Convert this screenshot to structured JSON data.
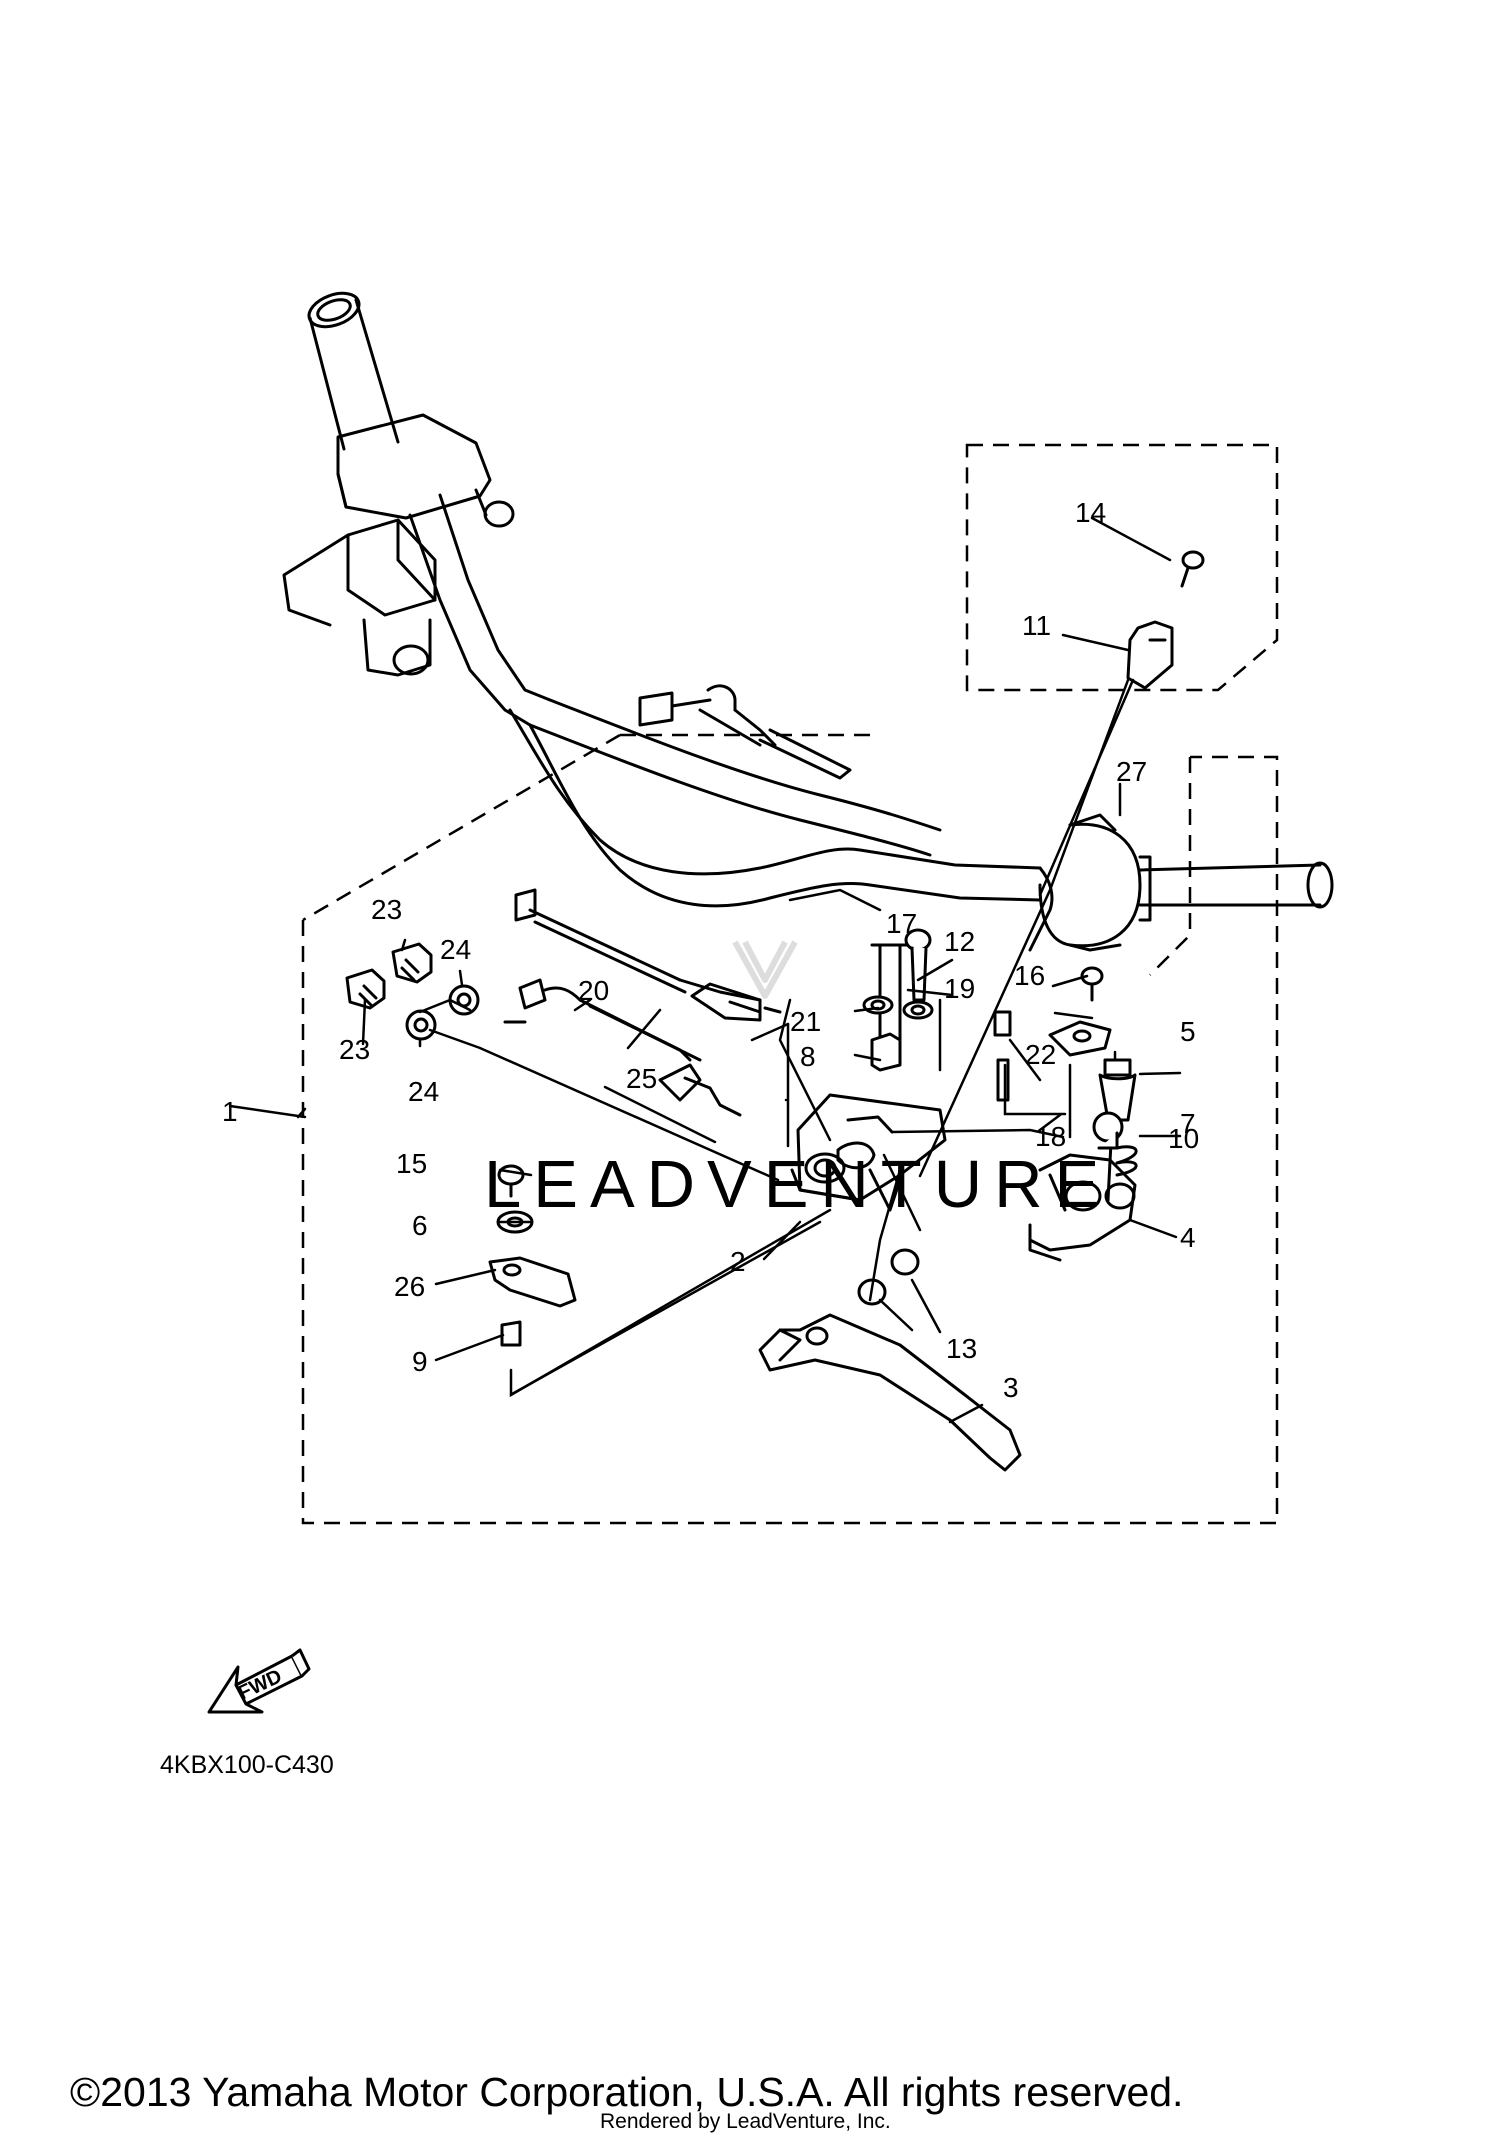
{
  "diagram": {
    "code": "4KBX100-C430",
    "fwd_label": "FWD",
    "watermark": "LEADVENTURE",
    "copyright": "©2013 Yamaha Motor Corporation, U.S.A. All rights reserved.",
    "rendered_by": "Rendered by LeadVenture, Inc.",
    "callouts": {
      "p1": "1",
      "p2": "2",
      "p3": "3",
      "p4": "4",
      "p5": "5",
      "p6": "6",
      "p7": "7",
      "p8": "8",
      "p9": "9",
      "p10": "10",
      "p11": "11",
      "p12": "12",
      "p13": "13",
      "p14": "14",
      "p15": "15",
      "p16": "16",
      "p17": "17",
      "p18": "18",
      "p19": "19",
      "p20": "20",
      "p21": "21",
      "p22": "22",
      "p23a": "23",
      "p23b": "23",
      "p24a": "24",
      "p24b": "24",
      "p25": "25",
      "p26": "26",
      "p27": "27"
    }
  }
}
